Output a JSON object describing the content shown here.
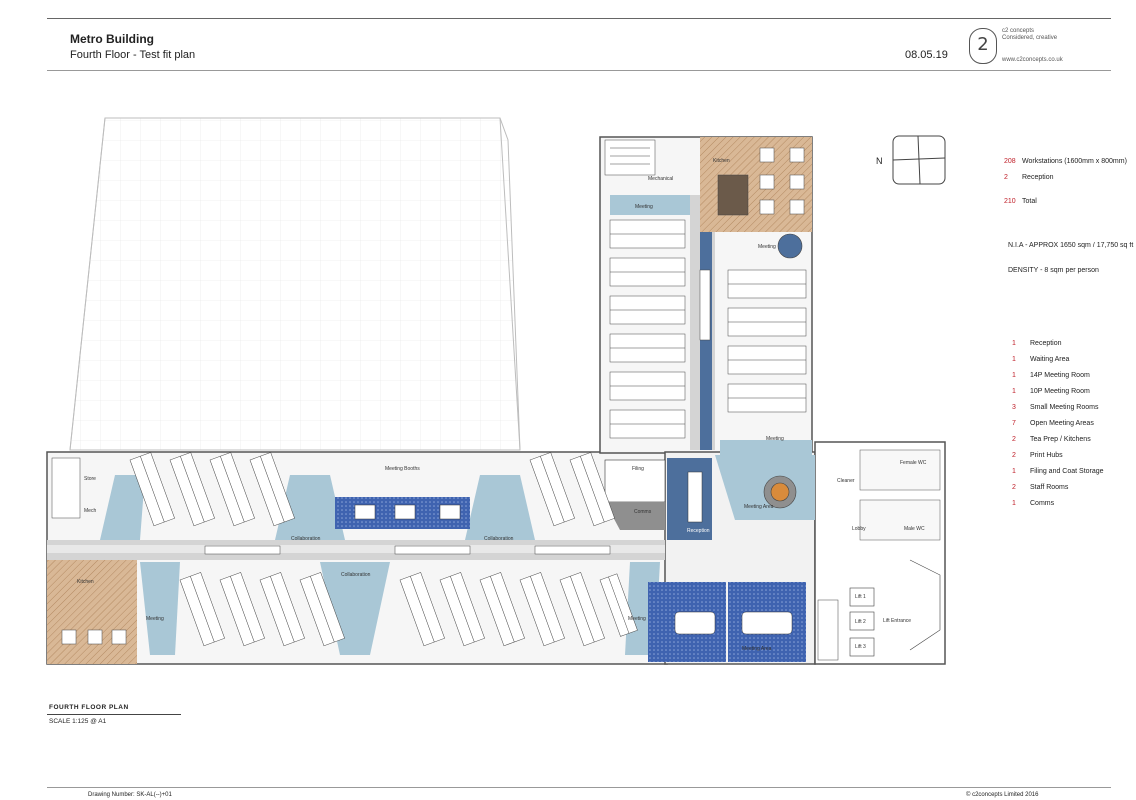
{
  "header": {
    "title": "Metro Building",
    "subtitle": "Fourth Floor - Test fit plan",
    "date": "08.05.19",
    "brand_logo": "2",
    "brand_name": "c2 concepts",
    "brand_tagline": "Considered, creative",
    "brand_web": "www.c2concepts.co.uk"
  },
  "stats": [
    {
      "count": "208",
      "label": "Workstations (1600mm x 800mm)"
    },
    {
      "count": "2",
      "label": "Reception"
    },
    {
      "count": "210",
      "label": "Total"
    }
  ],
  "area_text": "N.I.A - APPROX 1650 sqm / 17,750 sq ft",
  "density_text": "DENSITY - 8 sqm per person",
  "rooms": [
    {
      "count": "1",
      "label": "Reception"
    },
    {
      "count": "1",
      "label": "Waiting Area"
    },
    {
      "count": "1",
      "label": "14P Meeting Room"
    },
    {
      "count": "1",
      "label": "10P Meeting Room"
    },
    {
      "count": "3",
      "label": "Small Meeting Rooms"
    },
    {
      "count": "7",
      "label": "Open Meeting Areas"
    },
    {
      "count": "2",
      "label": "Tea Prep / Kitchens"
    },
    {
      "count": "2",
      "label": "Print Hubs"
    },
    {
      "count": "1",
      "label": "Filing and Coat Storage"
    },
    {
      "count": "2",
      "label": "Staff Rooms"
    },
    {
      "count": "1",
      "label": "Comms"
    }
  ],
  "footer": {
    "plan_label": "FOURTH FLOOR PLAN",
    "scale": "SCALE 1:125 @ A1",
    "drawing_number": "Drawing Number: SK-AL(--)+01",
    "copyright": "© c2concepts Limited 2016"
  },
  "plan_labels": {
    "kitchen_a": "Kitchen",
    "kitchen_b": "Kitchen",
    "meeting_1": "Meeting",
    "meeting_2": "Meeting",
    "meeting_3": "Meeting",
    "meeting_4": "Meeting",
    "meeting_5": "Meeting",
    "meeting_area_1": "Meeting Area",
    "meeting_area_2": "Meeting Area",
    "meeting_booths": "Meeting Booths",
    "collab_1": "Collaboration",
    "collab_2": "Collaboration",
    "collab_3": "Collaboration",
    "filing": "Filing",
    "comms": "Comms",
    "reception": "Reception",
    "lift_1": "Lift 1",
    "lift_2": "Lift 2",
    "lift_3": "Lift 3",
    "lift_entrance": "Lift Entrance",
    "male_wc": "Male WC",
    "female_wc": "Female WC",
    "cleaner": "Cleaner",
    "mech": "Mechanical",
    "mech_2": "Mech",
    "store": "Store",
    "lobby": "Lobby",
    "north": "N"
  },
  "colors": {
    "accent_red": "#c0202a",
    "circulation_blue": "#a9c7d6",
    "core_blue": "#4d6f9c",
    "kitchen_hatch": "#c9a27e",
    "meeting_blue": "#3f63b0"
  }
}
